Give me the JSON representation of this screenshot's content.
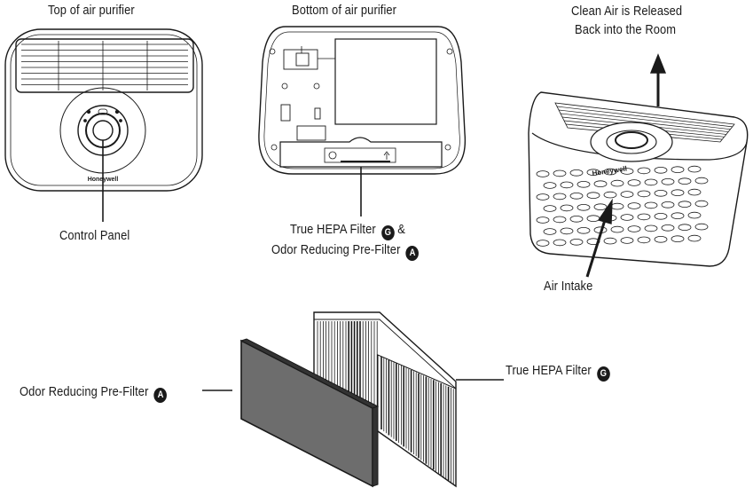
{
  "labels": {
    "top": "Top of air purifier",
    "bottom": "Bottom of air purifier",
    "clean_air_1": "Clean Air is Released",
    "clean_air_2": "Back into the Room",
    "control_panel": "Control Panel",
    "filters_1": "True HEPA Filter",
    "filters_amp": "&",
    "filters_2": "Odor Reducing Pre-Filter",
    "air_intake": "Air Intake",
    "prefilter": "Odor Reducing Pre-Filter",
    "hepa": "True HEPA Filter"
  },
  "badges": {
    "hepa": "G",
    "prefilter": "A"
  },
  "brand": "Honeywell"
}
